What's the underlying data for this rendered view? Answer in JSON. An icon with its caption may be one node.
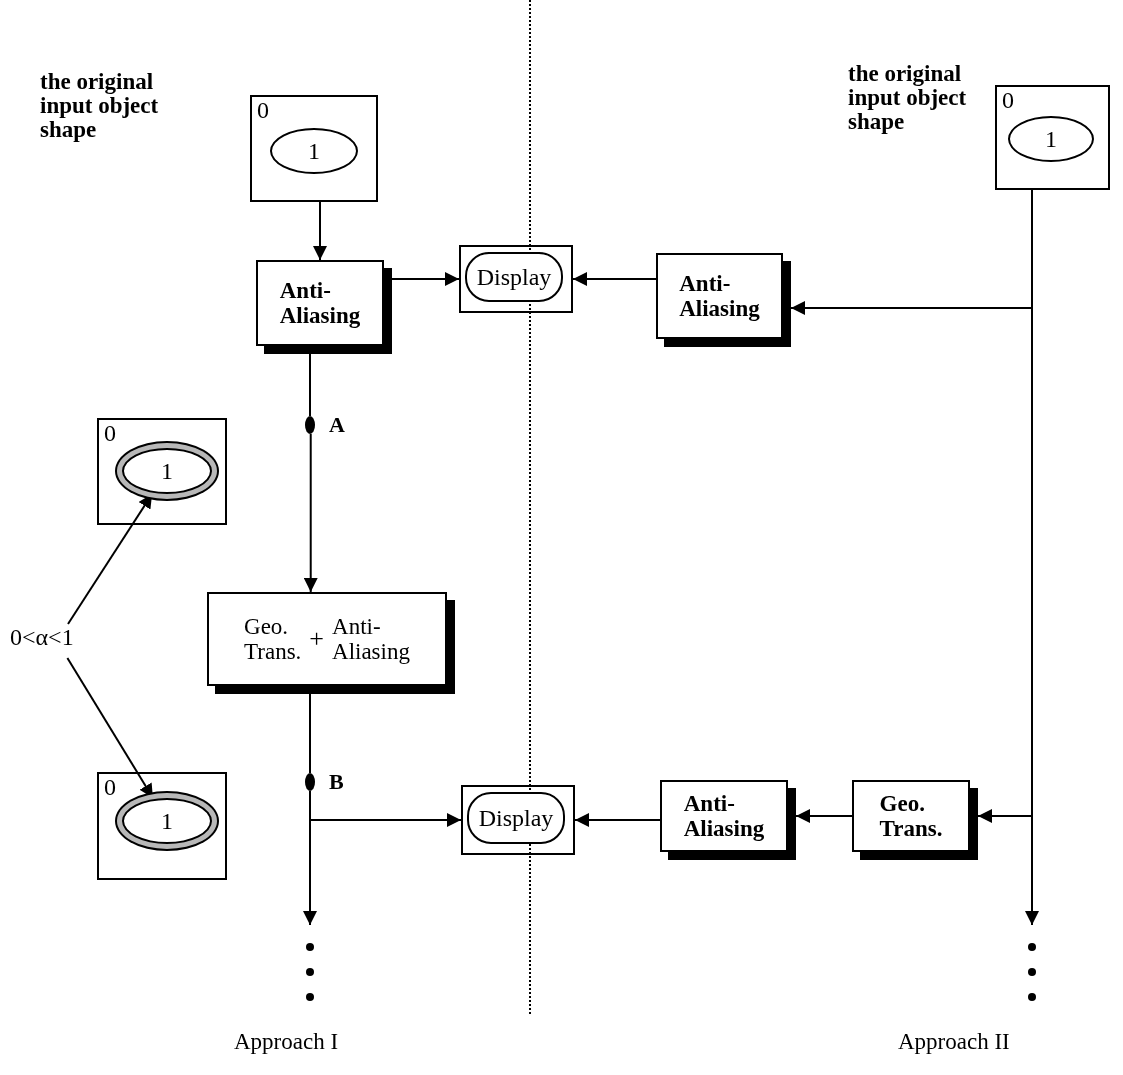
{
  "diagram": {
    "nodes": [
      {
        "text": [
          "0"
        ]
      },
      {
        "text": [
          "1"
        ],
        "in": 0
      },
      {
        "text": [
          "Anti- Aliasing"
        ]
      },
      {
        "text": [],
        "shape": "box"
      },
      {
        "text": [
          "Display"
        ],
        "in": 3
      },
      {
        "text": [
          "0"
        ]
      },
      {
        "text": [
          "1"
        ],
        "in": 5
      },
      {
        "text": [
          "Anti- Aliasing"
        ]
      },
      {
        "text": [
          "Geo. Trans.",
          "+",
          "Anti- Aliasing"
        ]
      },
      {
        "text": [
          "0"
        ]
      },
      {
        "text": [
          "1"
        ],
        "in": 9
      },
      {
        "text": [
          "0"
        ]
      },
      {
        "text": [
          "1"
        ],
        "in": 11
      },
      {
        "text": [
          "0<α<1"
        ]
      },
      {
        "text": [],
        "shape": "box"
      },
      {
        "text": [
          "Display"
        ],
        "in": 14
      },
      {
        "text": [
          "Anti- Aliasing"
        ]
      },
      {
        "text": [
          "Geo. Trans."
        ]
      },
      {
        "text": [],
        "shape": "dot",
        "beside": [
          "A"
        ]
      },
      {
        "text": [],
        "shape": "dot",
        "beside": [
          "B"
        ]
      }
    ],
    "edges": [
      {
        "from": 0,
        "to": 2,
        "arrow": "to"
      },
      {
        "from": 2,
        "to": 3,
        "arrow": "to"
      },
      {
        "from": 5,
        "to": 7,
        "arrow": "to"
      },
      {
        "from": 7,
        "to": 3,
        "arrow": "to"
      },
      {
        "from": 2,
        "to": 18,
        "arrow": "none"
      },
      {
        "from": 18,
        "to": 8,
        "arrow": "to"
      },
      {
        "from": 8,
        "to": 19,
        "arrow": "none"
      },
      {
        "from": 19,
        "to": 14,
        "arrow": "to"
      },
      {
        "from": 19,
        "to": null,
        "arrow": "to"
      },
      {
        "from": 5,
        "to": 17,
        "arrow": "to"
      },
      {
        "from": 5,
        "to": null,
        "arrow": "to"
      },
      {
        "from": 17,
        "to": 16,
        "arrow": "to"
      },
      {
        "from": 16,
        "to": 14,
        "arrow": "to"
      },
      {
        "from": 13,
        "to": 10,
        "arrow": "to"
      },
      {
        "from": 13,
        "to": 12,
        "arrow": "to"
      }
    ],
    "labels": [
      "the original input object shape",
      "the original input object shape",
      "Approach I",
      "Approach II"
    ]
  }
}
